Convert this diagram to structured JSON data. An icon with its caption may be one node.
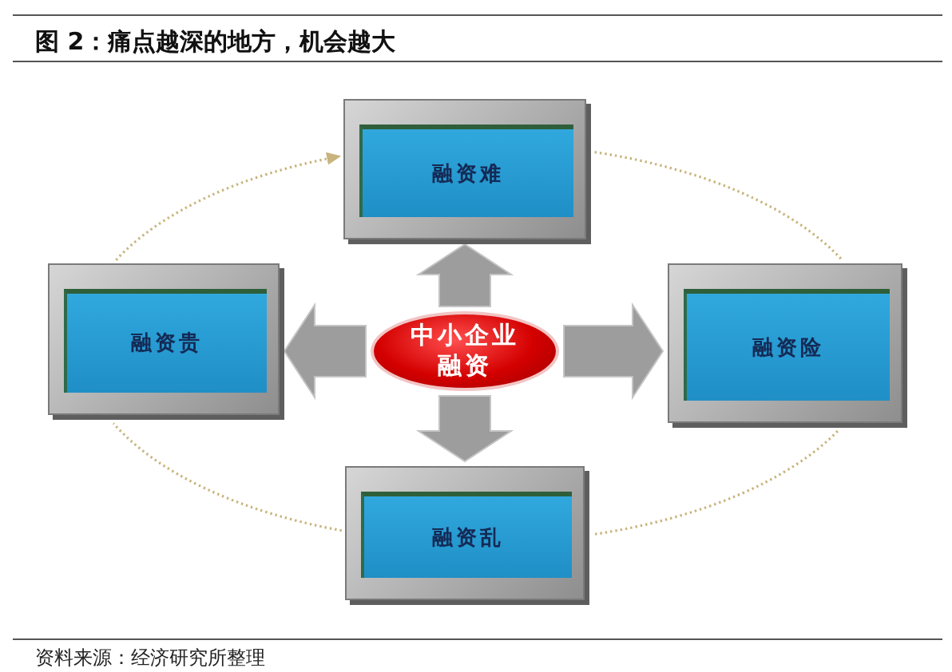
{
  "diagram": {
    "title": "图 2：痛点越深的地方，机会越大",
    "nodes": [
      {
        "text": [
          "融资难"
        ]
      },
      {
        "text": [
          "融资贵"
        ]
      },
      {
        "text": [
          "中小企业融资"
        ]
      },
      {
        "text": [
          "融资险"
        ]
      },
      {
        "text": [
          "融资乱"
        ]
      }
    ],
    "edges": [
      {
        "from": 2,
        "to": 0,
        "arrow": "to"
      },
      {
        "from": 2,
        "to": 1,
        "arrow": "to"
      },
      {
        "from": 2,
        "to": 3,
        "arrow": "to"
      },
      {
        "from": 2,
        "to": 4,
        "arrow": "to"
      },
      {
        "from": 1,
        "to": 0,
        "arrow": "to",
        "style": "dashed",
        "color": "#c8b47c"
      },
      {
        "from": 0,
        "to": 3,
        "arrow": "none",
        "style": "dashed",
        "color": "#c8b47c"
      },
      {
        "from": 3,
        "to": 4,
        "arrow": "none",
        "style": "dashed",
        "color": "#c8b47c"
      },
      {
        "from": 4,
        "to": 1,
        "arrow": "none",
        "style": "dashed",
        "color": "#c8b47c"
      }
    ],
    "labels": [
      "资料来源：经济研究所整理"
    ]
  }
}
